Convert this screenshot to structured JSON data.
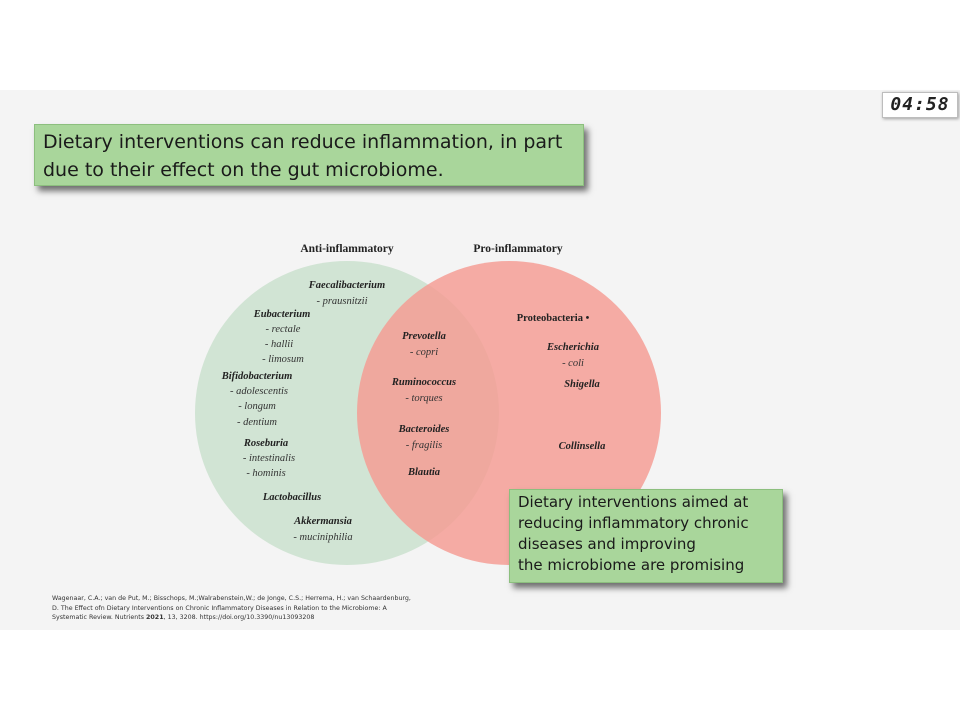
{
  "timer": "04:58",
  "title": {
    "line1": "Dietary interventions can reduce inflammation, in part",
    "line2": "due to their effect on the gut microbiome."
  },
  "venn": {
    "left_heading": "Anti-inflammatory",
    "right_heading": "Pro-inflammatory",
    "left_color": "#cfe3d2",
    "right_color": "#f59b93",
    "left_items": [
      {
        "genus": "Faecalibacterium",
        "species": [
          "- prausnitzii"
        ]
      },
      {
        "genus": "Eubacterium",
        "species": [
          "- rectale",
          "- hallii",
          "- limosum"
        ]
      },
      {
        "genus": "Bifidobacterium",
        "species": [
          "- adolescentis",
          "- longum",
          "- dentium"
        ]
      },
      {
        "genus": "Roseburia",
        "species": [
          "- intestinalis",
          "- hominis"
        ]
      },
      {
        "genus": "Lactobacillus",
        "species": []
      },
      {
        "genus": "Akkermansia",
        "species": [
          "- muciniphilia"
        ]
      }
    ],
    "overlap_items": [
      {
        "genus": "Prevotella",
        "species": [
          "- copri"
        ]
      },
      {
        "genus": "Ruminococcus",
        "species": [
          "- torques"
        ]
      },
      {
        "genus": "Bacteroides",
        "species": [
          "- fragilis"
        ]
      },
      {
        "genus": "Blautia",
        "species": []
      }
    ],
    "right_items": [
      {
        "genus": "Proteobacteria •",
        "species": []
      },
      {
        "genus": "Escherichia",
        "species": [
          "- coli"
        ]
      },
      {
        "genus": "Shigella",
        "species": []
      },
      {
        "genus": "Collinsella",
        "species": []
      }
    ]
  },
  "callout": {
    "lines": [
      "Dietary interventions aimed at",
      "reducing inflammatory chronic",
      "diseases and improving",
      "the microbiome are promising"
    ]
  },
  "citation": {
    "before_year": "Wagenaar, C.A.; van de Put, M.; Bisschops, M.;Walrabenstein,W.; de Jonge, C.S.; Herrema, H.; van Schaardenburg, D. The Effect ofn Dietary Interventions on Chronic Inflammatory Diseases in Relation to the Microbiome: A Systematic Review. Nutrients ",
    "year": "2021",
    "after_year": ", 13, 3208. https://doi.org/10.3390/nu13093208"
  }
}
